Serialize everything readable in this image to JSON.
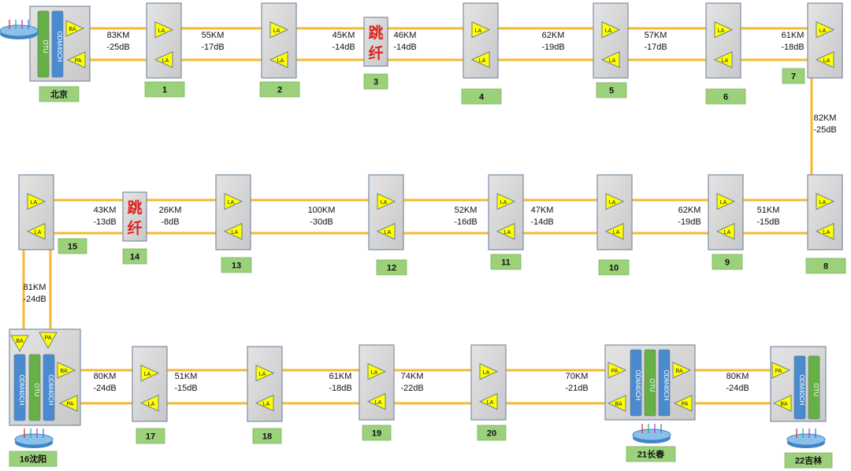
{
  "colors": {
    "fiber": "#f5b82e",
    "node_fill": "#d8d8d8",
    "node_stroke": "#7a8ea6",
    "amp_fill": "#ffff00",
    "label_fill": "#9bd17b",
    "odm": "#4a8bd0",
    "otu": "#66b046",
    "jump_text": "#e02020"
  },
  "labels": {
    "amp_la": "LA",
    "amp_ba": "BA",
    "amp_pa": "PA",
    "otu": "OTU",
    "odm": "ODM40CH",
    "jump_top": "跳",
    "jump_bottom": "纤"
  },
  "sites": [
    {
      "id": "s0",
      "name": "北京",
      "type": "terminal"
    },
    {
      "id": "s1",
      "name": "1",
      "type": "la"
    },
    {
      "id": "s2",
      "name": "2",
      "type": "la"
    },
    {
      "id": "s3",
      "name": "3",
      "type": "jump"
    },
    {
      "id": "s4",
      "name": "4",
      "type": "la"
    },
    {
      "id": "s5",
      "name": "5",
      "type": "la"
    },
    {
      "id": "s6",
      "name": "6",
      "type": "la"
    },
    {
      "id": "s7",
      "name": "7",
      "type": "la"
    },
    {
      "id": "s8",
      "name": "8",
      "type": "la"
    },
    {
      "id": "s9",
      "name": "9",
      "type": "la"
    },
    {
      "id": "s10",
      "name": "10",
      "type": "la"
    },
    {
      "id": "s11",
      "name": "11",
      "type": "la"
    },
    {
      "id": "s12",
      "name": "12",
      "type": "la"
    },
    {
      "id": "s13",
      "name": "13",
      "type": "la"
    },
    {
      "id": "s14",
      "name": "14",
      "type": "jump"
    },
    {
      "id": "s15",
      "name": "15",
      "type": "la"
    },
    {
      "id": "s16",
      "name": "16沈阳",
      "type": "terminal"
    },
    {
      "id": "s17",
      "name": "17",
      "type": "la"
    },
    {
      "id": "s18",
      "name": "18",
      "type": "la"
    },
    {
      "id": "s19",
      "name": "19",
      "type": "la"
    },
    {
      "id": "s20",
      "name": "20",
      "type": "la"
    },
    {
      "id": "s21",
      "name": "21长春",
      "type": "terminal"
    },
    {
      "id": "s22",
      "name": "22吉林",
      "type": "terminal"
    }
  ],
  "spans": [
    {
      "from": "北京",
      "to": "1",
      "distance": "83KM",
      "loss": "-25dB"
    },
    {
      "from": "1",
      "to": "2",
      "distance": "55KM",
      "loss": "-17dB"
    },
    {
      "from": "2",
      "to": "3",
      "distance": "45KM",
      "loss": "-14dB"
    },
    {
      "from": "3",
      "to": "4",
      "distance": "46KM",
      "loss": "-14dB"
    },
    {
      "from": "4",
      "to": "5",
      "distance": "62KM",
      "loss": "-19dB"
    },
    {
      "from": "5",
      "to": "6",
      "distance": "57KM",
      "loss": "-17dB"
    },
    {
      "from": "6",
      "to": "7",
      "distance": "61KM",
      "loss": "-18dB"
    },
    {
      "from": "7",
      "to": "8",
      "distance": "82KM",
      "loss": "-25dB"
    },
    {
      "from": "8",
      "to": "9",
      "distance": "51KM",
      "loss": "-15dB"
    },
    {
      "from": "9",
      "to": "10",
      "distance": "62KM",
      "loss": "-19dB"
    },
    {
      "from": "10",
      "to": "11",
      "distance": "47KM",
      "loss": "-14dB"
    },
    {
      "from": "11",
      "to": "12",
      "distance": "52KM",
      "loss": "-16dB"
    },
    {
      "from": "12",
      "to": "13",
      "distance": "100KM",
      "loss": "-30dB"
    },
    {
      "from": "13",
      "to": "14",
      "distance": "26KM",
      "loss": "-8dB"
    },
    {
      "from": "14",
      "to": "15",
      "distance": "43KM",
      "loss": "-13dB"
    },
    {
      "from": "15",
      "to": "16沈阳",
      "distance": "81KM",
      "loss": "-24dB"
    },
    {
      "from": "16沈阳",
      "to": "17",
      "distance": "80KM",
      "loss": "-24dB"
    },
    {
      "from": "17",
      "to": "18",
      "distance": "51KM",
      "loss": "-15dB"
    },
    {
      "from": "18",
      "to": "19",
      "distance": "61KM",
      "loss": "-18dB"
    },
    {
      "from": "19",
      "to": "20",
      "distance": "74KM",
      "loss": "-22dB"
    },
    {
      "from": "20",
      "to": "21长春",
      "distance": "70KM",
      "loss": "-21dB"
    },
    {
      "from": "21长春",
      "to": "22吉林",
      "distance": "80KM",
      "loss": "-24dB"
    }
  ]
}
